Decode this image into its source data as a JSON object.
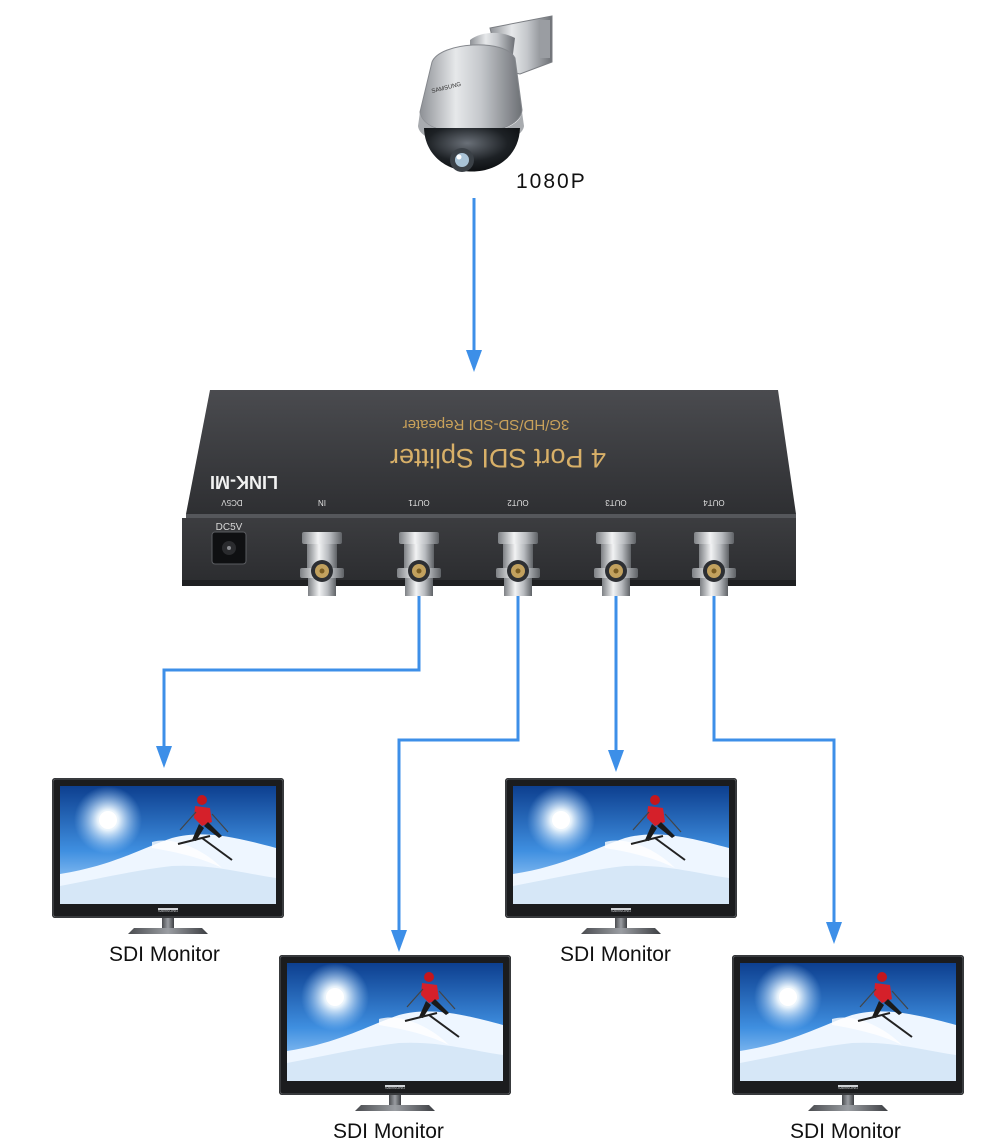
{
  "camera": {
    "resolution_label": "1080P",
    "brand_text": "SAMSUNG"
  },
  "splitter": {
    "title": "4 Port SDI Splitter",
    "subtitle": "3G/HD/SD-SDI Repeater",
    "brand": "LINK-MI",
    "power_label": "DC5V",
    "ports": [
      "IN",
      "OUT1",
      "OUT2",
      "OUT3",
      "OUT4"
    ]
  },
  "monitors": [
    {
      "label": "SDI Monitor",
      "brand_text": "SAMSUNG"
    },
    {
      "label": "SDI Monitor",
      "brand_text": "SAMSUNG"
    },
    {
      "label": "SDI Monitor",
      "brand_text": "SAMSUNG"
    },
    {
      "label": "SDI Monitor",
      "brand_text": "SAMSUNG"
    }
  ],
  "colors": {
    "arrow": "#3d8fe8",
    "device_body": "#3a3b3e",
    "device_text": "#c9a15a"
  }
}
